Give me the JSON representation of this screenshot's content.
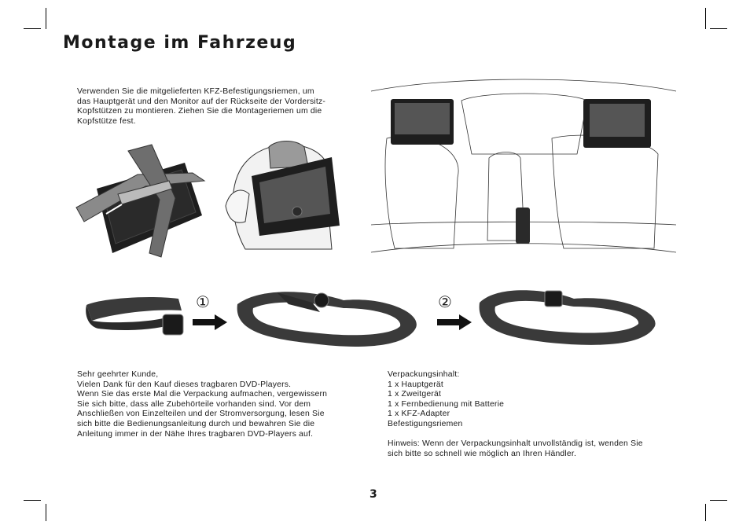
{
  "page": {
    "title": "Montage im Fahrzeug",
    "page_number": "3"
  },
  "intro": {
    "lines": [
      "Verwenden Sie die mitgelieferten KFZ-Befestigungsriemen, um",
      "das Hauptgerät und den Monitor auf der Rückseite der Vordersitz-",
      "Kopfstützen zu montieren. Ziehen Sie die Montageriemen um die",
      "Kopfstütze fest."
    ]
  },
  "steps": {
    "step1_marker": "①",
    "step2_marker": "②"
  },
  "greeting": {
    "lines": [
      "Sehr geehrter Kunde,",
      "Vielen Dank für den Kauf dieses tragbaren DVD-Players.",
      "Wenn Sie das erste Mal die Verpackung aufmachen, vergewissern",
      "Sie sich bitte, dass alle Zubehörteile vorhanden sind. Vor dem",
      "Anschließen von Einzelteilen und der Stromversorgung, lesen Sie",
      "sich bitte die Bedienungsanleitung durch und bewahren Sie die",
      "Anleitung immer in der Nähe Ihres tragbaren DVD-Players auf."
    ]
  },
  "package": {
    "heading": "Verpackungsinhalt:",
    "items": [
      "1 x Hauptgerät",
      "1 x Zweitgerät",
      "1 x Fernbedienung mit Batterie",
      "1 x KFZ-Adapter",
      "Befestigungsriemen"
    ],
    "note_lines": [
      "Hinweis: Wenn der Verpackungsinhalt unvollständig ist, wenden Sie",
      "sich bitte so schnell wie möglich an Ihren Händler."
    ]
  },
  "colors": {
    "strap": "#3a3a3a",
    "strap_light": "#9a9a9a",
    "device": "#1e1e1e",
    "screen": "#555555",
    "line_art": "#333333"
  }
}
